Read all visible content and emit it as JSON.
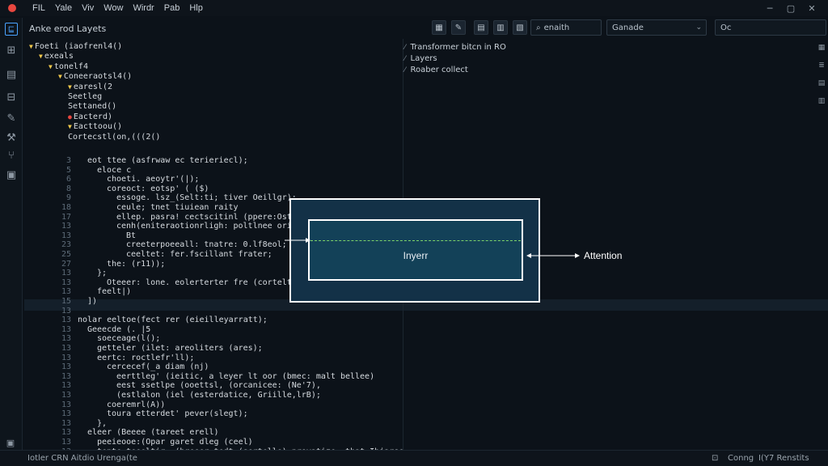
{
  "menu": [
    "FIL",
    "Yale",
    "Viv",
    "Wow",
    "Wirdr",
    "Pab",
    "Hlp"
  ],
  "toolbar": {
    "panel_title": "Anke erod Layets",
    "search_value": "enaith",
    "dropdown_value": "Ganade",
    "filter_value": "Oc"
  },
  "tree": [
    {
      "indent": 0,
      "marker": "tri",
      "text": "Foeti (iaofrenl4()"
    },
    {
      "indent": 1,
      "marker": "tri",
      "text": "exeals"
    },
    {
      "indent": 2,
      "marker": "tri",
      "text": "tonelf4"
    },
    {
      "indent": 3,
      "marker": "tri",
      "text": "Coneeraotsl4()"
    },
    {
      "indent": 4,
      "marker": "tri",
      "text": "earesl(2"
    },
    {
      "indent": 4,
      "marker": "none",
      "text": "Seetleg"
    },
    {
      "indent": 4,
      "marker": "none",
      "text": "Settaned()"
    },
    {
      "indent": 4,
      "marker": "dot",
      "text": "Eacterd)"
    },
    {
      "indent": 4,
      "marker": "tri",
      "text": "Eacttoou()"
    },
    {
      "indent": 4,
      "marker": "none",
      "text": "Cortecstl(on,(((2()"
    }
  ],
  "code_lines": [
    {
      "ln": "3",
      "indent": 1,
      "text": "eot ttee (asfrwaw ec terieriecl);"
    },
    {
      "ln": "5",
      "indent": 2,
      "text": "eloce  c"
    },
    {
      "ln": "6",
      "indent": 3,
      "text": "choeti. aeoytr'(|);"
    },
    {
      "ln": "8",
      "indent": 3,
      "text": "coreoct: eotsp' ( ($)"
    },
    {
      "ln": "9",
      "indent": 4,
      "text": "essoge. lsz_(Selt:ti;  tiver Oeillgr);"
    },
    {
      "ln": "18",
      "indent": 4,
      "text": "ceule;  tnet  tiuiean raity"
    },
    {
      "ln": "17",
      "indent": 4,
      "text": "ellep. pasra!  cectscitinl (ppere:Ost (ertlsreid: ||);"
    },
    {
      "ln": "13",
      "indent": 4,
      "text": "cenh(eniteraotionrligh:  poltlnee  oriliee( :S  (eniteli (|tsls;lfi||);"
    },
    {
      "ln": "13",
      "indent": 5,
      "text": "Bt"
    },
    {
      "ln": "23",
      "indent": 5,
      "text": "creeterpoeeall: tnatre: 0.lf8eol;"
    },
    {
      "ln": "25",
      "indent": 5,
      "text": "ceeltet:  fer.fscillant  frater;"
    },
    {
      "ln": "27",
      "indent": 3,
      "text": "the:                    (r11));"
    },
    {
      "ln": "13",
      "indent": 2,
      "text": "};"
    },
    {
      "ln": "13",
      "indent": 3,
      "text": "Oteeer:  lone.  eolerterter  fre  (cortelty/bierf"
    },
    {
      "ln": "13",
      "indent": 2,
      "text": "feelt|)"
    },
    {
      "ln": "15",
      "indent": 1,
      "text": "])"
    },
    {
      "ln": "13",
      "indent": 0,
      "text": ""
    },
    {
      "ln": "13",
      "indent": 0,
      "text": "nolar  eeltoe(fect  rer  (eieilleyarratt);"
    },
    {
      "ln": "13",
      "indent": 1,
      "text": "Geeecde  (. |5"
    },
    {
      "ln": "13",
      "indent": 2,
      "text": "soeceage(l();"
    },
    {
      "ln": "13",
      "indent": 2,
      "text": "getteler (ilet:  areoliters  (ares);"
    },
    {
      "ln": "13",
      "indent": 2,
      "text": "eertc:  roctlefr'll);"
    },
    {
      "ln": "13",
      "indent": 3,
      "text": "cercecef(_a  diam (nj)"
    },
    {
      "ln": "13",
      "indent": 4,
      "text": "eerttleg'  (ieitic,  a  leyer  lt  oor  (bmec:  malt  bellee)"
    },
    {
      "ln": "13",
      "indent": 4,
      "text": "eest  ssetlpe  (ooettsl,  (orcanicee: (Ne'7),"
    },
    {
      "ln": "13",
      "indent": 4,
      "text": "(estlalon  (iel  (esterdatice,  Griille,lrB);"
    },
    {
      "ln": "13",
      "indent": 3,
      "text": "coeremrl(A))"
    },
    {
      "ln": "13",
      "indent": 3,
      "text": "toura  etterdet'  pever(slegt);"
    },
    {
      "ln": "13",
      "indent": 2,
      "text": "},"
    },
    {
      "ln": "13",
      "indent": 1,
      "text": "eleer  (Beeee  (tareet  erell)"
    },
    {
      "ln": "13",
      "indent": 2,
      "text": "peeieooe:(Opar  garet  dleg  (ceel)"
    },
    {
      "ln": "13",
      "indent": 2,
      "text": "tente  teeeltir,  (breeer  tedt  (sertelle)  proyatize:  that  Ibjarsed);"
    }
  ],
  "outline": [
    "Transformer  bitcn  in  RO",
    "Layers",
    "Roaber  collect"
  ],
  "diagram": {
    "inner_label": "Inyerr",
    "side_label": "Attention"
  },
  "status": {
    "left": "Iotler  CRN  Aitdio  Urenga(te",
    "right_1": "Conng",
    "right_2": "I(Y7  Renstits"
  }
}
